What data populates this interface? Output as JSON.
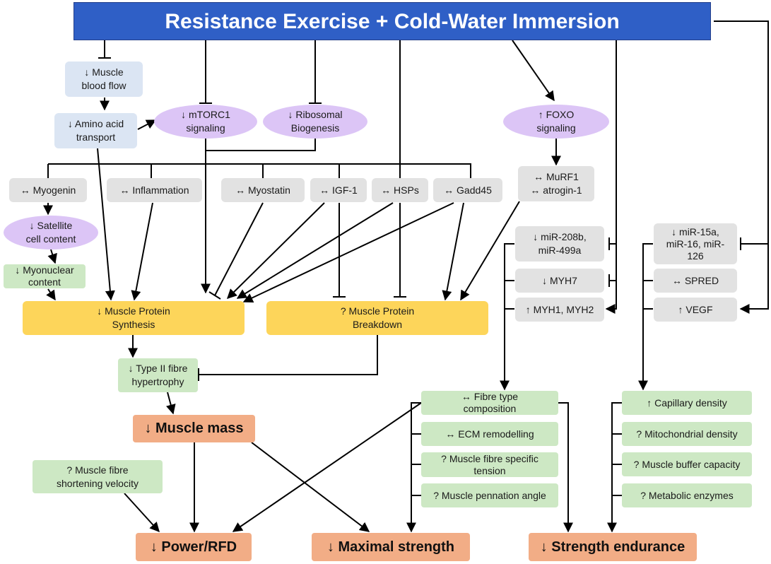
{
  "title": "Resistance Exercise + Cold-Water Immersion",
  "nodes": {
    "blood_flow": "↓ Muscle\nblood flow",
    "amino_acid": "↓ Amino acid\ntransport",
    "mtorc1": "↓ mTORC1\nsignaling",
    "ribosomal": "↓ Ribosomal\nBiogenesis",
    "foxo": "↑ FOXO\nsignaling",
    "myogenin": "↔ Myogenin",
    "inflammation": "↔ Inflammation",
    "myostatin": "↔ Myostatin",
    "igf1": "↔ IGF-1",
    "hsps": "↔ HSPs",
    "gadd45": "↔ Gadd45",
    "murf1": "↔ MuRF1\n↔ atrogin-1",
    "satellite": "↓ Satellite\ncell content",
    "myonuclear": "↓ Myonuclear\ncontent",
    "mir208": "↓ miR-208b,\nmiR-499a",
    "myh7": "↓ MYH7",
    "myh1": "↑ MYH1, MYH2",
    "mir15": "↓ miR-15a,\nmiR-16, miR-\n126",
    "spred": "↔ SPRED",
    "vegf": "↑ VEGF",
    "mps": "↓ Muscle Protein\nSynthesis",
    "mpb": "? Muscle Protein\nBreakdown",
    "type2": "↓ Type II  fibre\nhypertrophy",
    "muscle_mass": "↓ Muscle mass",
    "shortening": "? Muscle fibre\nshortening velocity",
    "fibre_type": "↔ Fibre type\ncomposition",
    "ecm": "↔ ECM remodelling",
    "specific_tension": "? Muscle fibre specific\ntension",
    "pennation": "? Muscle pennation angle",
    "capillary": "↑ Capillary density",
    "mitochondrial": "? Mitochondrial density",
    "buffer": "? Muscle buffer capacity",
    "enzymes": "? Metabolic enzymes",
    "power": "↓ Power/RFD",
    "max_strength": "↓ Maximal strength",
    "endurance": "↓ Strength endurance"
  },
  "colors": {
    "title": "#2f5fc6",
    "blue_box": "#dbe5f3",
    "purple_ellipse": "#dcc5f6",
    "grey_box": "#e2e2e2",
    "green_box": "#cde8c4",
    "yellow_box": "#fdd55a",
    "orange_box": "#f2ad86",
    "line": "#000000"
  }
}
